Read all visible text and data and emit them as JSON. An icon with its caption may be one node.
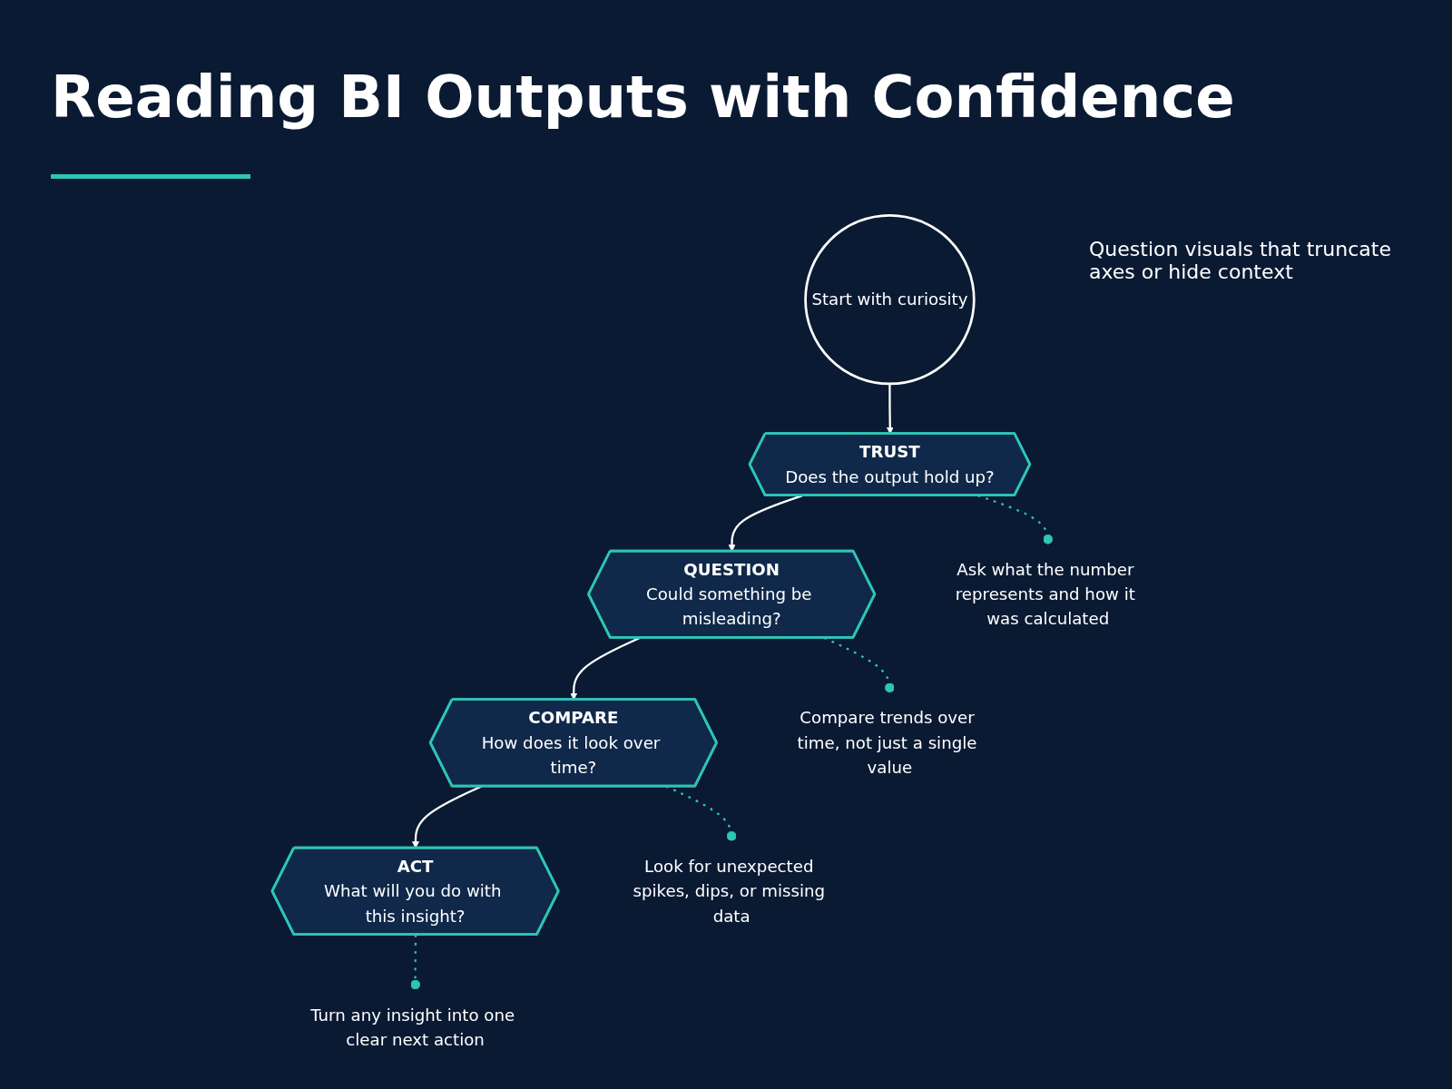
{
  "diagram": {
    "title": "Reading BI Outputs with Confidence",
    "nodes": [
      {
        "text": [
          "Start with curiosity"
        ]
      },
      {
        "text": [
          "TRUST",
          "Does the output hold up?"
        ]
      },
      {
        "text": [
          "QUESTION",
          "Could something be misleading?"
        ]
      },
      {
        "text": [
          "COMPARE",
          "How does it look over time?"
        ]
      },
      {
        "text": [
          "ACT",
          "What will you do with this insight?"
        ]
      },
      {
        "text": [
          "Ask what the number represents and how it was calculated"
        ]
      },
      {
        "text": [
          "Compare trends over time, not just a single value"
        ]
      },
      {
        "text": [
          "Look for unexpected spikes, dips, or missing data"
        ]
      },
      {
        "text": [
          "Turn any insight into one clear next action"
        ]
      }
    ],
    "edges": [
      {
        "from": 0,
        "to": 1,
        "arrow": "to",
        "color": "#ffffff"
      },
      {
        "from": 1,
        "to": 2,
        "arrow": "to",
        "color": "#ffffff"
      },
      {
        "from": 2,
        "to": 3,
        "arrow": "to",
        "color": "#ffffff"
      },
      {
        "from": 3,
        "to": 4,
        "arrow": "to",
        "color": "#ffffff"
      },
      {
        "from": 1,
        "to": 5,
        "arrow": "other",
        "style": "dashed",
        "color": "#2ec4b6"
      },
      {
        "from": 2,
        "to": 6,
        "arrow": "other",
        "style": "dashed",
        "color": "#2ec4b6"
      },
      {
        "from": 3,
        "to": 7,
        "arrow": "other",
        "style": "dashed",
        "color": "#2ec4b6"
      },
      {
        "from": 4,
        "to": 8,
        "arrow": "other",
        "style": "dashed",
        "color": "#2ec4b6"
      }
    ],
    "labels": [
      "Question visuals that truncate axes or hide context"
    ]
  }
}
